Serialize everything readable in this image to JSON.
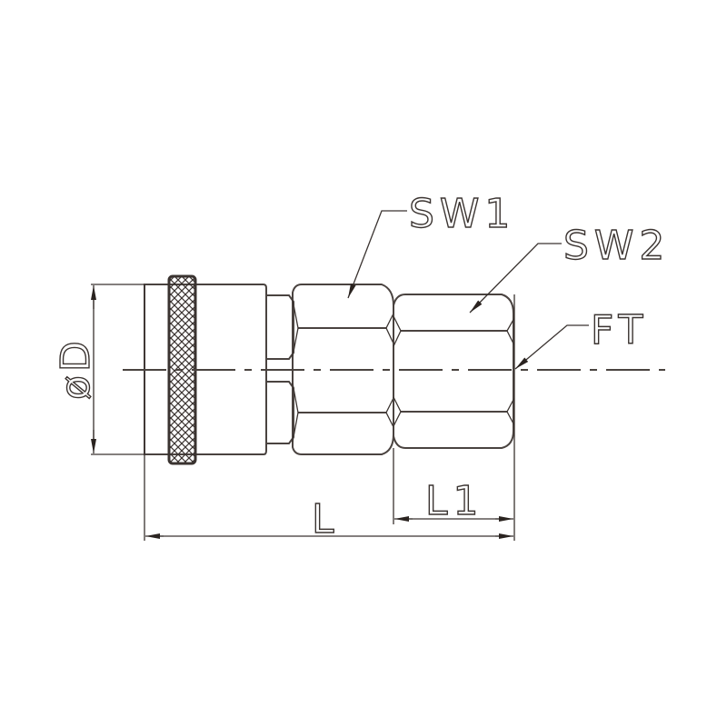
{
  "labels": {
    "sw1": "SW1",
    "sw2": "SW2",
    "ft": "FT",
    "diameter": "øD",
    "length": "L",
    "length1": "L1"
  },
  "colors": {
    "line": "#4a4340",
    "background": "#ffffff"
  }
}
